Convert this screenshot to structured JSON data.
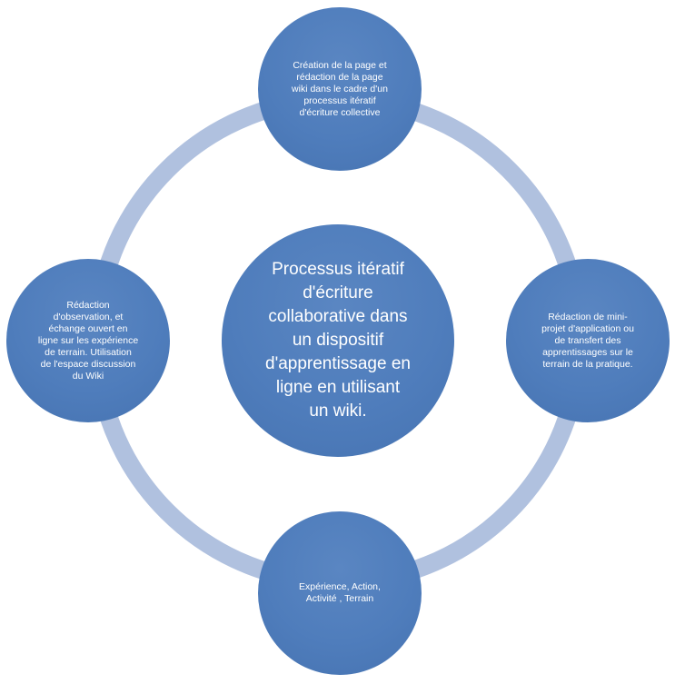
{
  "diagram": {
    "center": {
      "text": "Processus itératif\nd'écriture\ncollaborative dans\nun dispositif\nd'apprentissage en\nligne  en utilisant\nun wiki."
    },
    "nodes": {
      "top": {
        "text": "Création de la page et\nrédaction de la page\nwiki dans le  cadre d'un\nprocessus itératif\nd'écriture collective"
      },
      "right": {
        "text": "Rédaction de mini-\nprojet d'application ou\nde transfert des\napprentissages sur le\nterrain de la pratique."
      },
      "bottom": {
        "text": "Expérience, Action,\nActivité , Terrain"
      },
      "left": {
        "text": "Rédaction\nd'observation, et\néchange ouvert en\nligne sur les expérience\nde terrain. Utilisation\nde l'espace discussion\ndu Wiki"
      }
    },
    "colors": {
      "node_fill": "#4f7dbc",
      "ring": "#b0c1df",
      "text": "#ffffff"
    }
  }
}
